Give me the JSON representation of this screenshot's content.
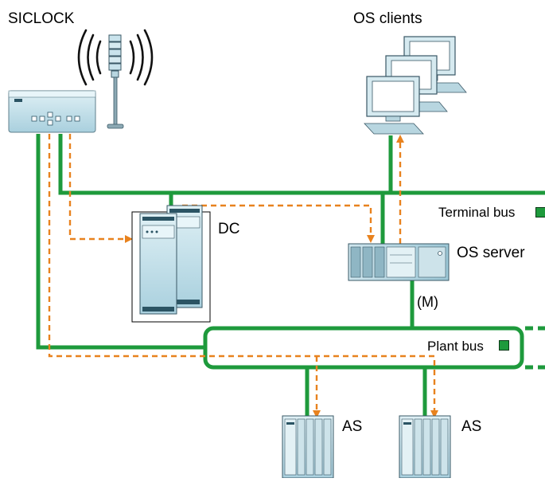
{
  "labels": {
    "siclock": "SICLOCK",
    "os_clients": "OS clients",
    "dc": "DC",
    "os_server": "OS server",
    "redundancy": "(M)",
    "terminal_bus": "Terminal bus",
    "plant_bus": "Plant bus",
    "as_left": "AS",
    "as_right": "AS"
  },
  "colors": {
    "bus_green": "#1e9a3c",
    "sync_orange": "#e8821e",
    "device_blue": "#c9e3ec"
  },
  "icons": [
    "antenna-icon",
    "signal-tower-icon",
    "computer-icon",
    "server-icon",
    "automation-system-icon"
  ]
}
